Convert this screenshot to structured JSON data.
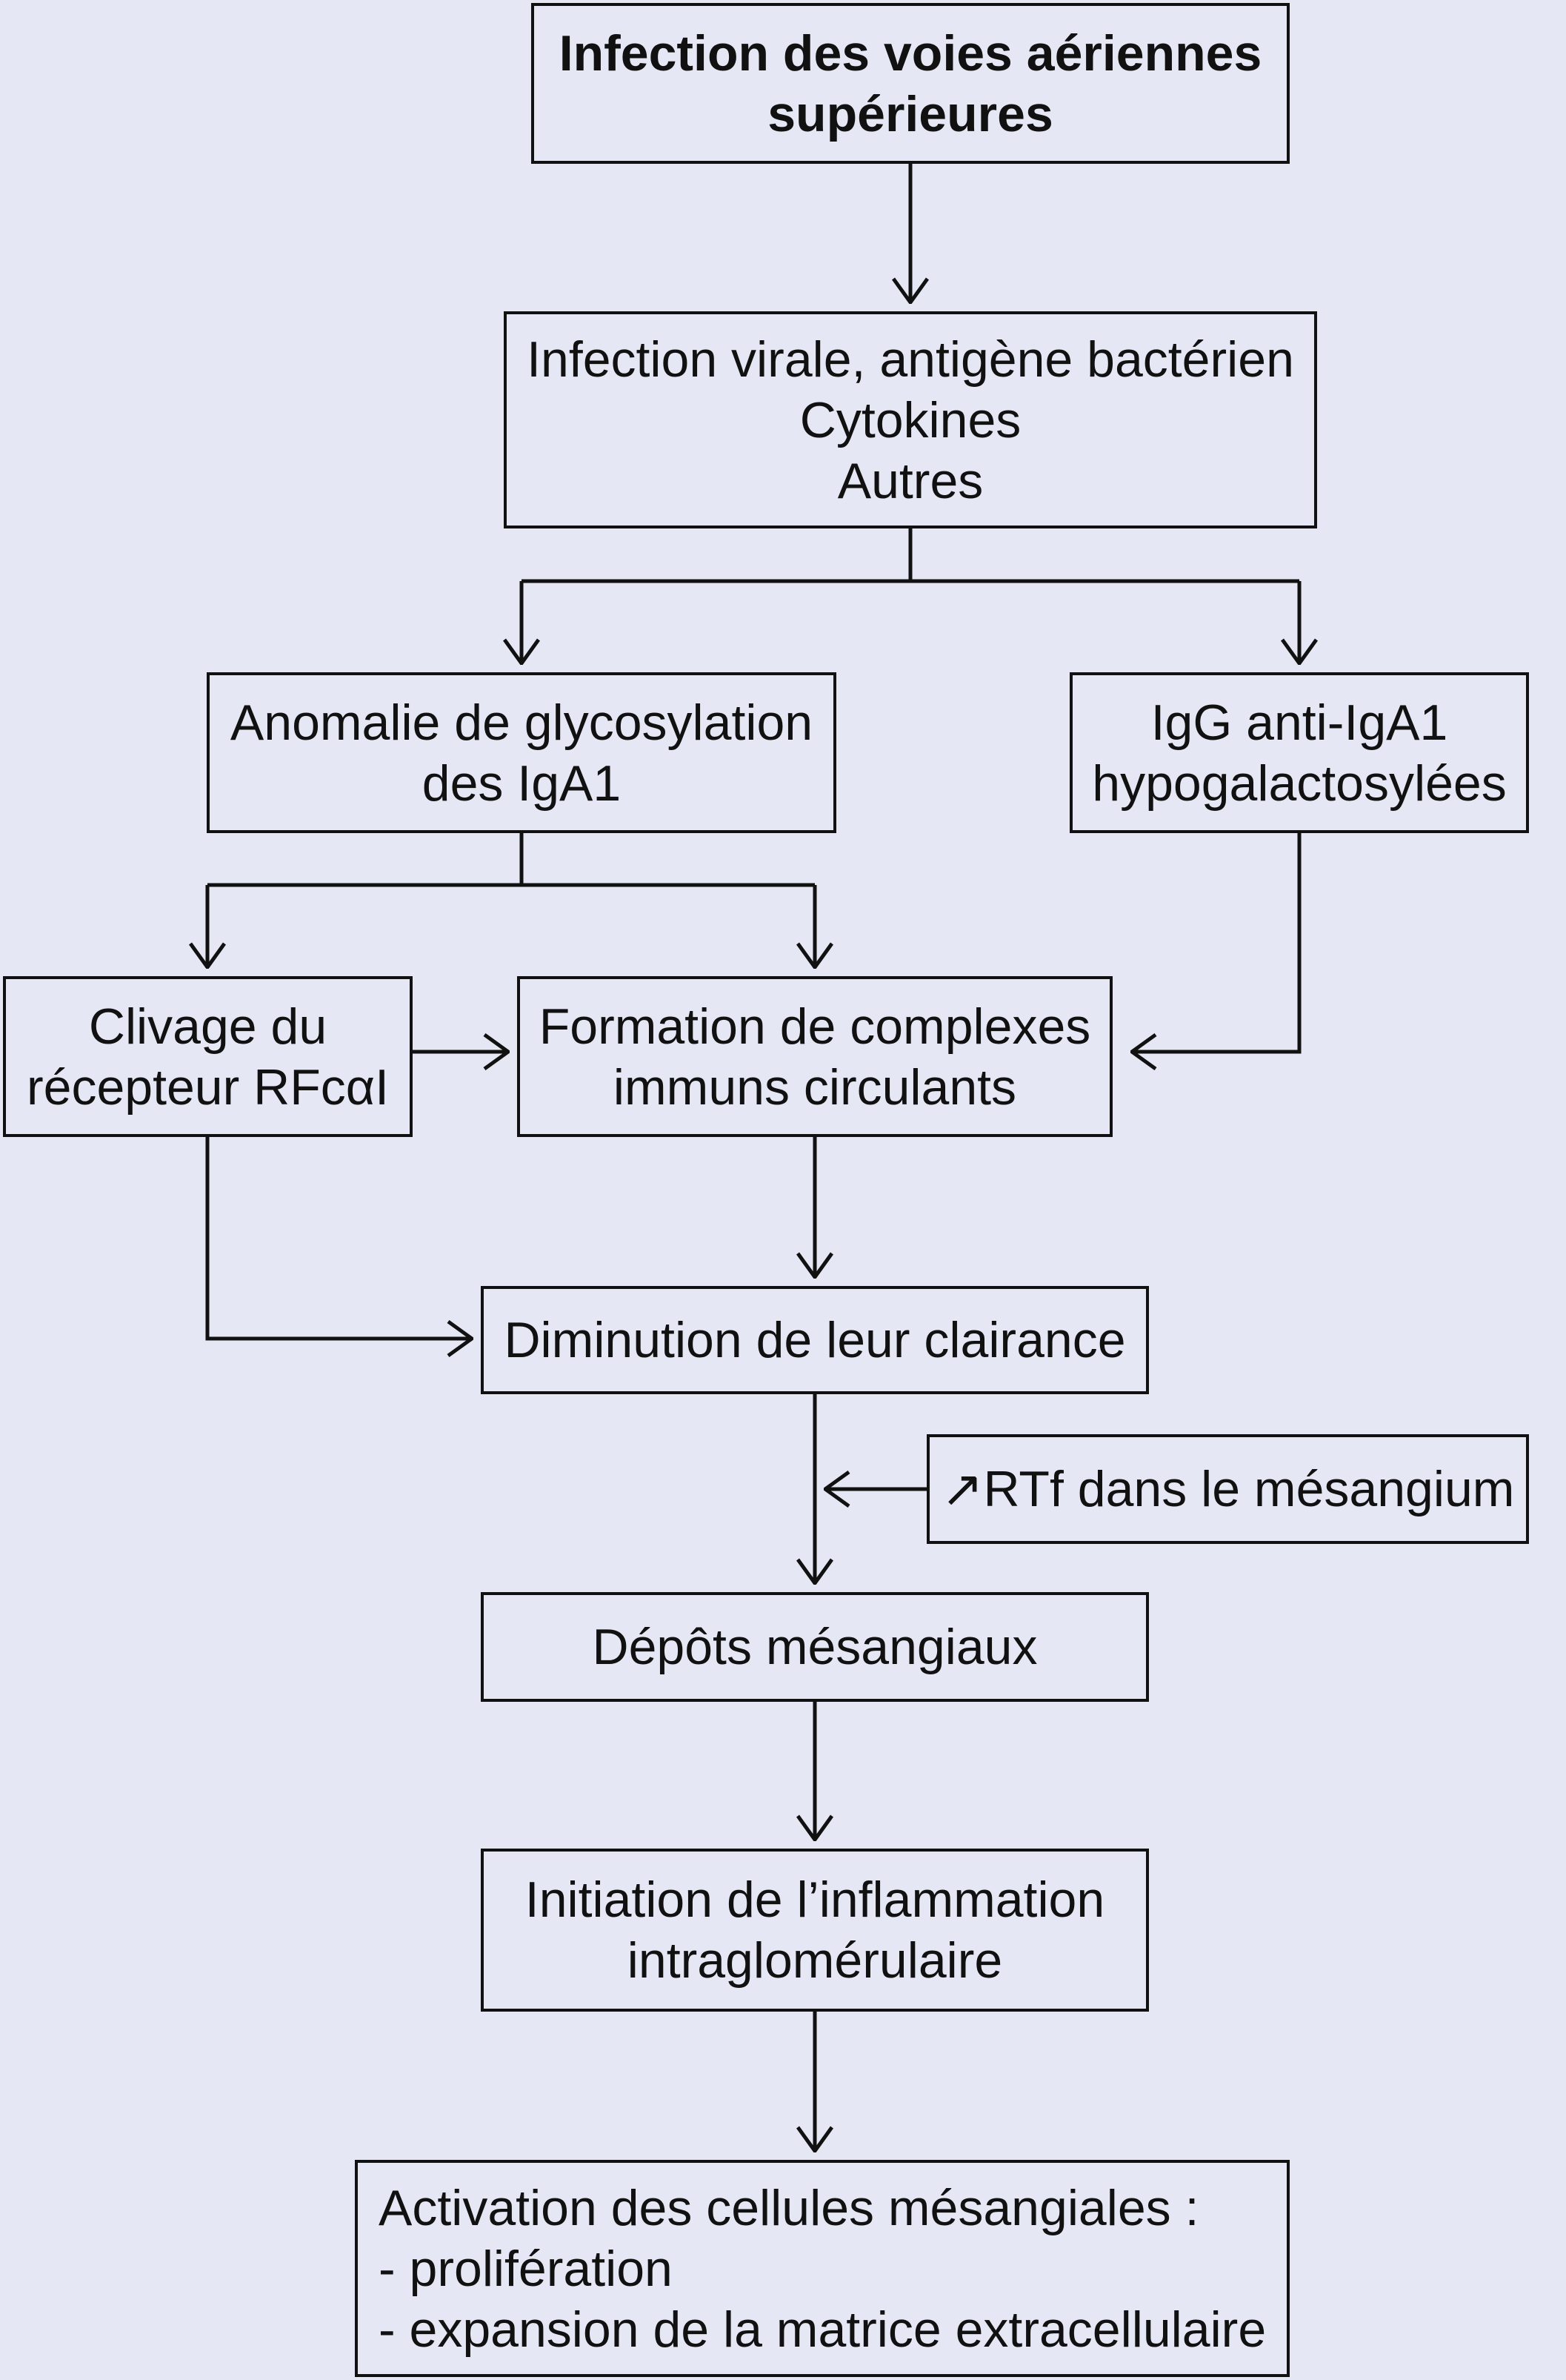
{
  "diagram": {
    "nodes": {
      "upper_airway_infection": {
        "lines": [
          "Infection des voies aériennes",
          "supérieures"
        ]
      },
      "triggers": {
        "lines": [
          "Infection virale, antigène bactérien",
          "Cytokines",
          "Autres"
        ]
      },
      "glycosylation_anomaly": {
        "lines": [
          "Anomalie de glycosylation",
          "des IgA1"
        ]
      },
      "anti_iga1_igg": {
        "lines": [
          "IgG anti-IgA1",
          "hypogalactosylées"
        ]
      },
      "receptor_cleavage": {
        "lines": [
          "Clivage du",
          "récepteur RFcαI"
        ]
      },
      "immune_complexes": {
        "lines": [
          "Formation de complexes",
          "immuns circulants"
        ]
      },
      "reduced_clearance": {
        "lines": [
          "Diminution de leur clairance"
        ]
      },
      "mesangial_rtf": {
        "lines": [
          "↗RTf dans le mésangium"
        ]
      },
      "mesangial_deposits": {
        "lines": [
          "Dépôts mésangiaux"
        ]
      },
      "inflammation_initiation": {
        "lines": [
          "Initiation de l’inflammation",
          "intraglomérulaire"
        ]
      },
      "mesangial_activation": {
        "lines": [
          "Activation des cellules mésangiales :",
          "- prolifération",
          "- expansion de la matrice extracellulaire"
        ]
      }
    }
  },
  "colors": {
    "background": "#e5e7f4",
    "ink": "#111111"
  }
}
